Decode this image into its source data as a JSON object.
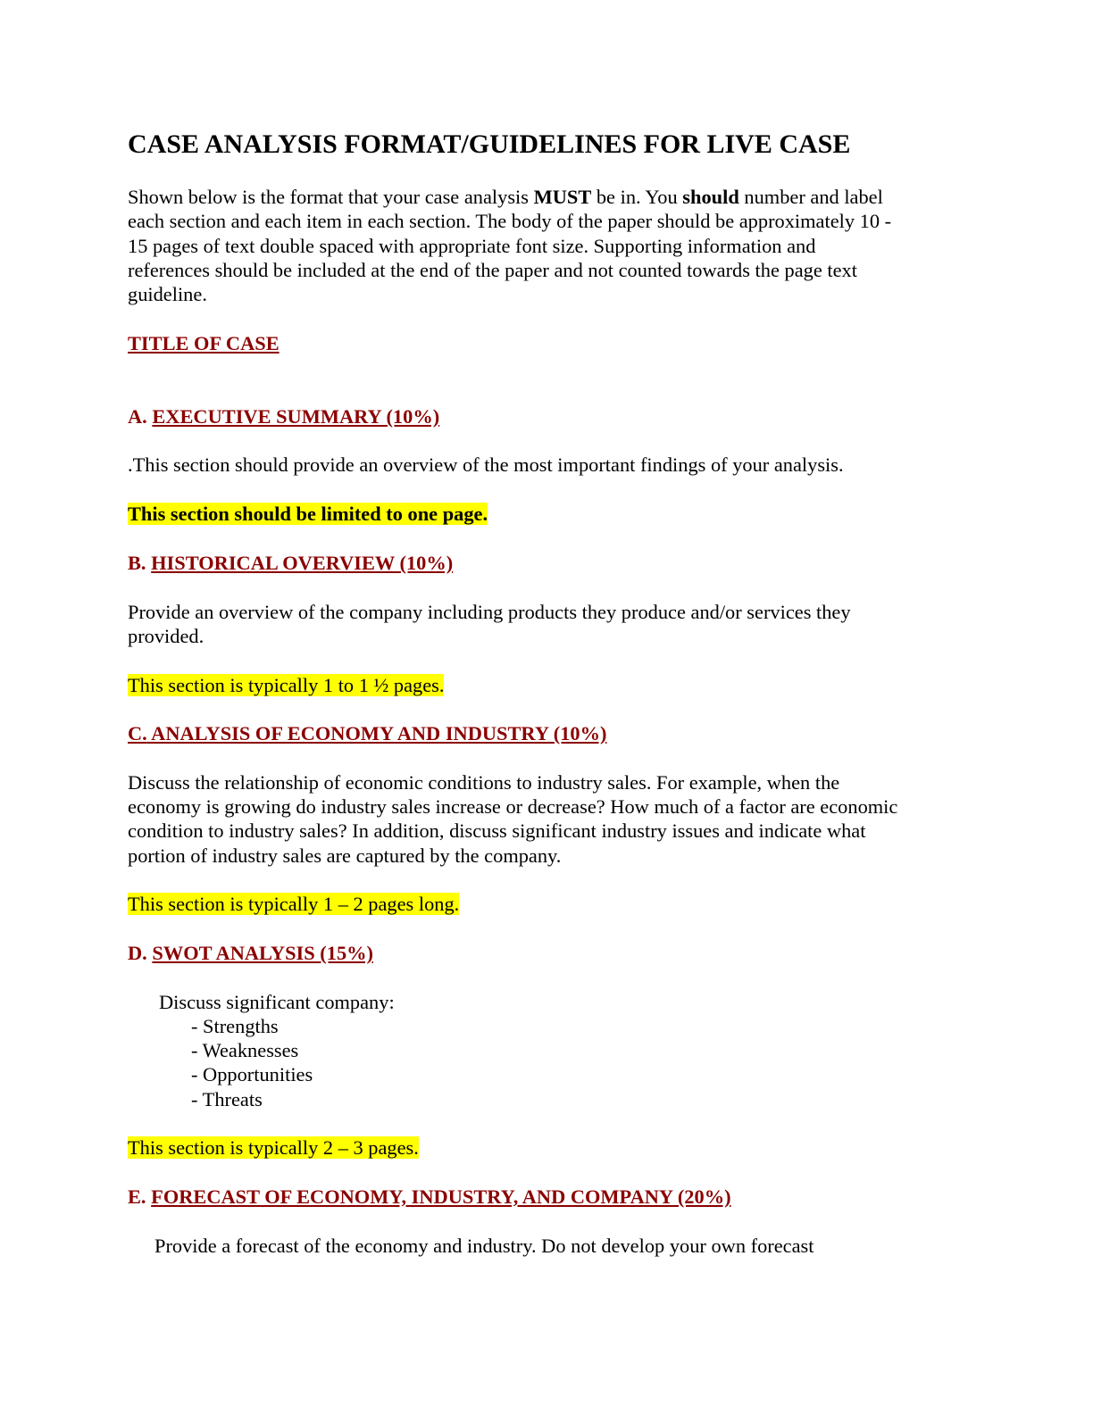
{
  "document": {
    "title": "CASE ANALYSIS FORMAT/GUIDELINES FOR LIVE CASE",
    "intro": {
      "l1_a": "Shown below is the format that your case analysis ",
      "l1_b": "MUST",
      "l1_c": " be in. You ",
      "l1_d": "should",
      "l1_e": " number and label",
      "l2": "each section and each item in each section.  The body of the paper should be approximately 10 -",
      "l3": "15 pages of text double spaced with appropriate font size.  Supporting information and",
      "l4": "references should be included at the end of the paper and not counted towards the page text",
      "l5": "guideline."
    },
    "case_title": "TITLE OF CASE",
    "sections": [
      {
        "letter": "A.  ",
        "heading": "EXECUTIVE SUMMARY  (10%)",
        "body": [
          ".This section should provide an overview of the most important findings of your analysis."
        ],
        "note": "This section should be limited to one page."
      },
      {
        "letter": "B.  ",
        "heading": "HISTORICAL OVERVIEW  (10%)",
        "body": [
          "Provide an overview of the company including products they produce and/or services they",
          "provided."
        ],
        "note": "This section is typically 1 to 1 ½ pages."
      },
      {
        "letter": "C.",
        "heading": "  ANALYSIS OF ECONOMY AND INDUSTRY  (10%)",
        "body": [
          "Discuss the relationship of economic conditions to industry sales.  For example, when the",
          "economy is growing do industry sales increase or decrease?  How much of a factor are economic",
          "condition to industry sales?  In addition, discuss significant industry issues and indicate what",
          "portion of industry sales are captured by the company."
        ],
        "note": "This section is typically 1 – 2 pages long."
      },
      {
        "letter": "D.  ",
        "heading": "SWOT ANALYSIS   (15%)",
        "intro": "Discuss significant company:",
        "items": [
          "- Strengths",
          "- Weaknesses",
          "- Opportunities",
          "- Threats"
        ],
        "note": "This section is typically 2 – 3 pages."
      },
      {
        "letter": "E.  ",
        "heading": "FORECAST OF ECONOMY, INDUSTRY, AND COMPANY (20%)",
        "body": [
          "Provide a forecast of the economy and industry.  Do not develop your own forecast"
        ]
      }
    ]
  },
  "colors": {
    "heading": "#8b0000",
    "highlight": "#ffff00",
    "text": "#000000"
  }
}
